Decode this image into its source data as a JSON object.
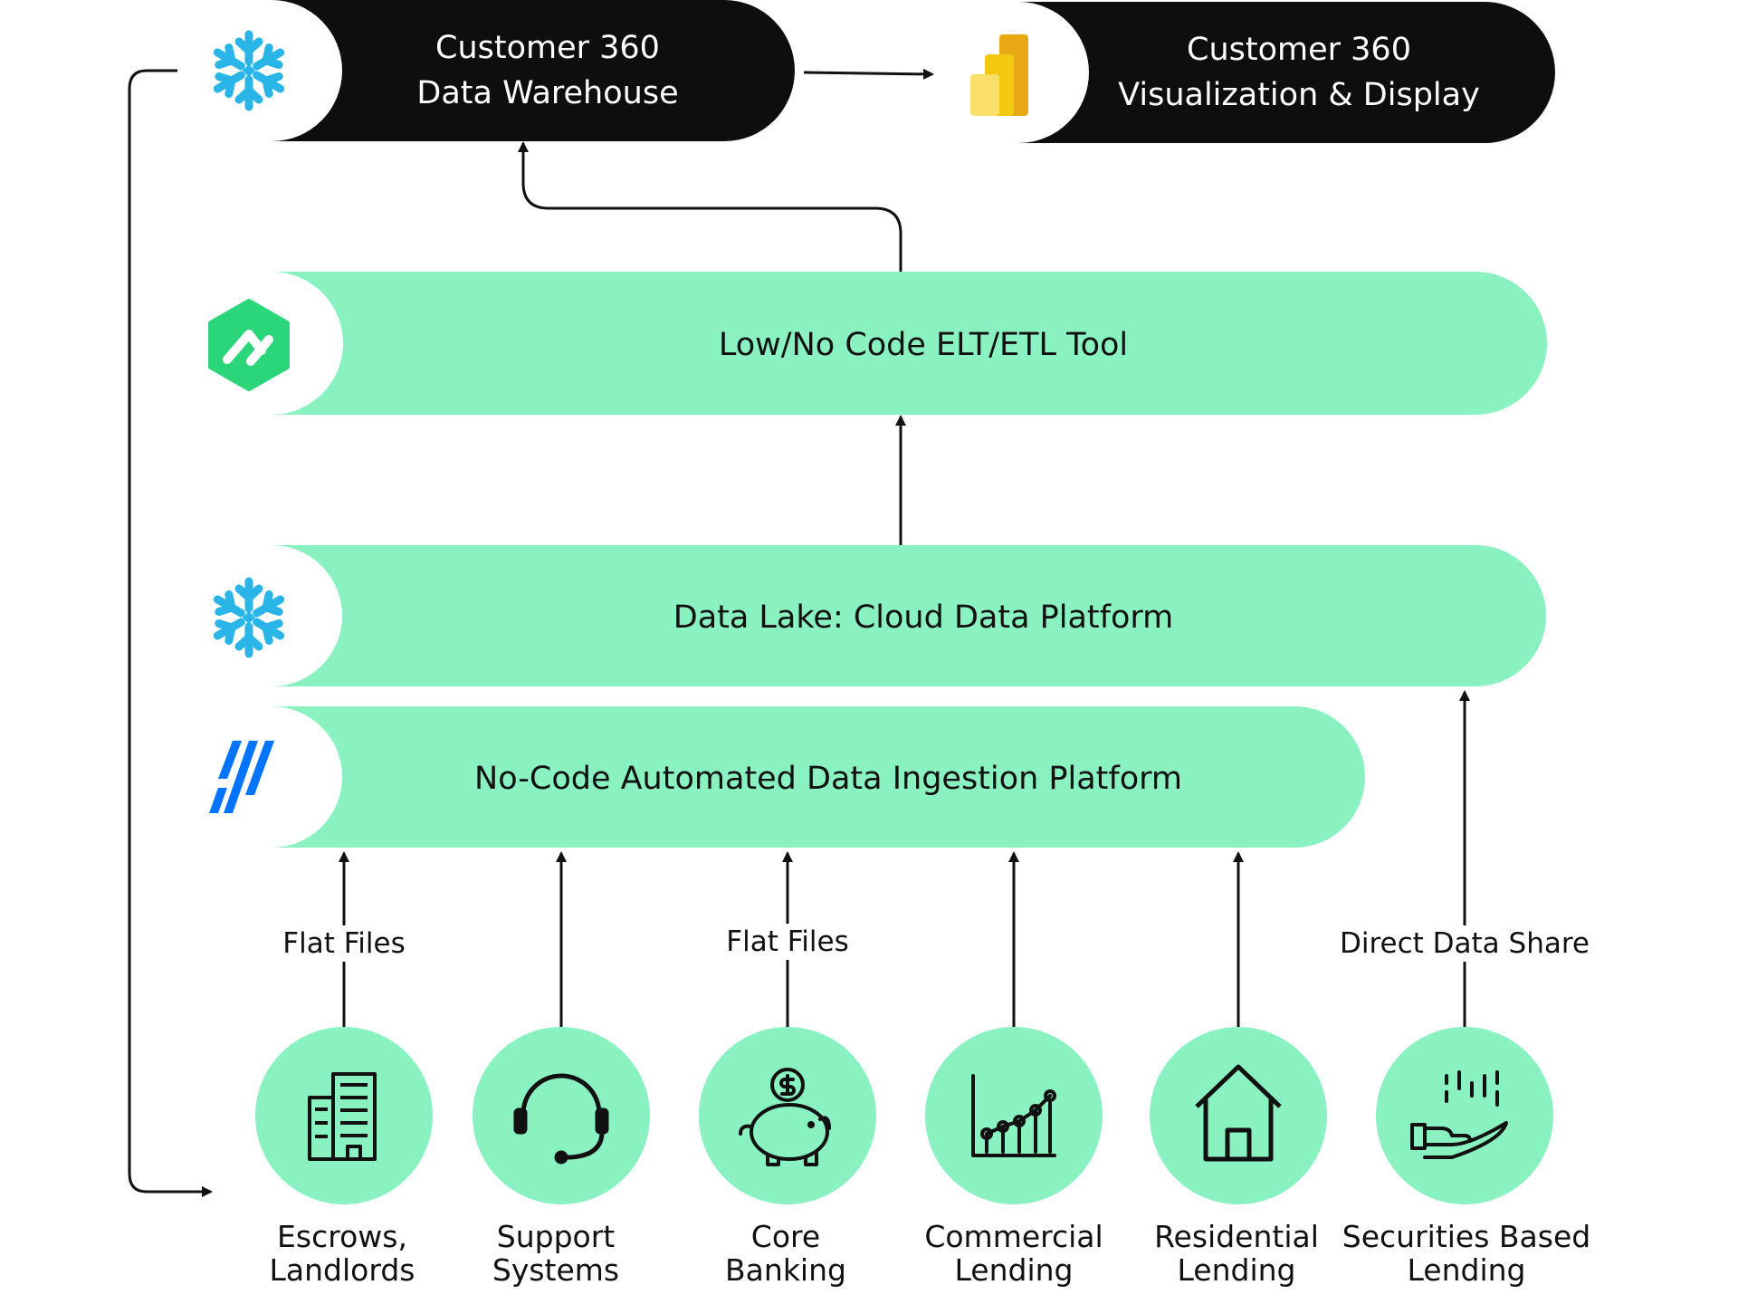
{
  "bars": {
    "warehouse": {
      "line1": "Customer 360",
      "line2": "Data Warehouse",
      "icon": "snowflake-icon"
    },
    "visualization": {
      "line1": "Customer 360",
      "line2": "Visualization & Display",
      "icon": "powerbi-icon"
    },
    "etl": {
      "label": "Low/No Code ELT/ETL Tool",
      "icon": "matillion-icon"
    },
    "datalake": {
      "label": "Data Lake: Cloud Data Platform",
      "icon": "snowflake-icon"
    },
    "ingestion": {
      "label": "No-Code Automated Data Ingestion Platform",
      "icon": "fivetran-icon"
    }
  },
  "edges": {
    "escrows": "Flat Files",
    "core": "Flat Files",
    "securities": "Direct Data Share"
  },
  "sources": [
    {
      "line1": "Escrows,",
      "line2": "Landlords",
      "icon": "office-building-icon"
    },
    {
      "line1": "Support",
      "line2": "Systems",
      "icon": "headset-icon"
    },
    {
      "line1": "Core",
      "line2": "Banking",
      "icon": "piggy-bank-icon"
    },
    {
      "line1": "Commercial",
      "line2": "Lending",
      "icon": "growth-chart-icon"
    },
    {
      "line1": "Residential",
      "line2": "Lending",
      "icon": "house-icon"
    },
    {
      "line1": "Securities Based",
      "line2": "Lending",
      "icon": "hand-money-icon"
    }
  ],
  "colors": {
    "dark_bar": "#0d0f0d",
    "green_bar": "#8af2c0",
    "snowflake": "#29b5e8",
    "matillion": "#2bd67b",
    "fivetran": "#0073ff",
    "powerbi": "#f2c811"
  }
}
